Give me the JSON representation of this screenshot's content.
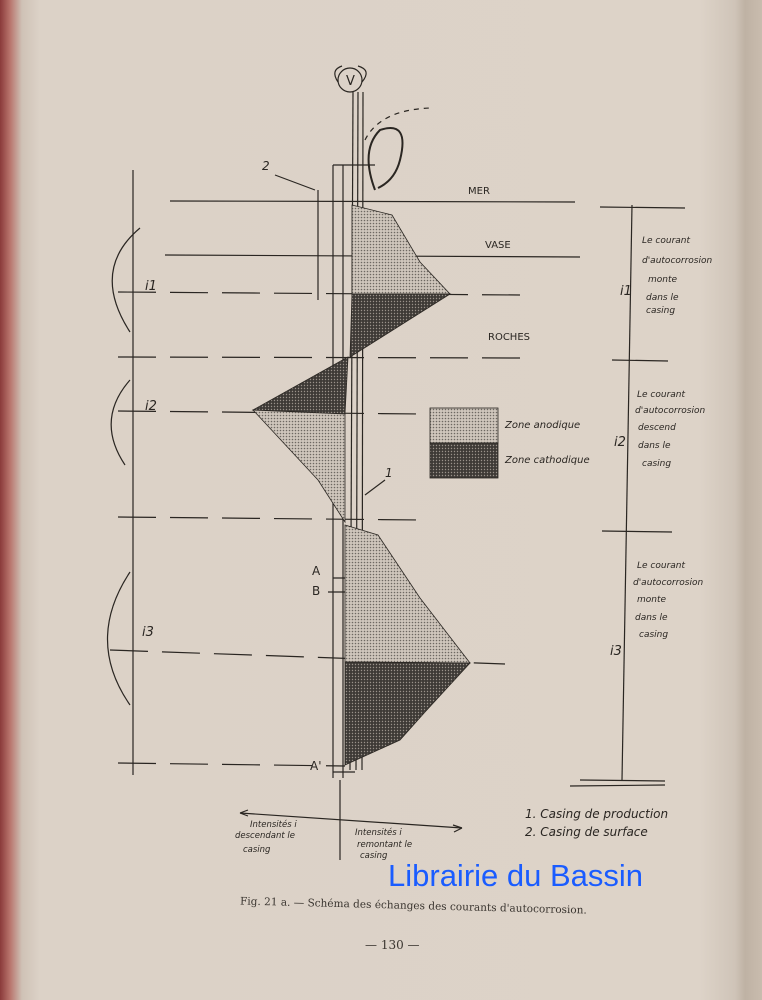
{
  "diagram": {
    "voltmeter": "V",
    "label_2": "2",
    "label_1": "1",
    "layers": {
      "mer": "MER",
      "vase": "VASE",
      "roches": "ROCHES"
    },
    "left_currents": [
      "i1",
      "i2",
      "i3"
    ],
    "points": {
      "a": "A",
      "b": "B",
      "a_prime": "A'"
    },
    "legend": {
      "anodic": "Zone anodique",
      "cathodic": "Zone cathodique"
    },
    "right_zones": [
      {
        "label": "i1",
        "lines": [
          "Le courant",
          "d'autocorrosion",
          "monte",
          "dans le",
          "casing"
        ]
      },
      {
        "label": "i2",
        "lines": [
          "Le courant",
          "d'autocorrosion",
          "descend",
          "dans le",
          "casing"
        ]
      },
      {
        "label": "i3",
        "lines": [
          "Le courant",
          "d'autocorrosion",
          "monte",
          "dans le",
          "casing"
        ]
      }
    ],
    "axis": {
      "left": [
        "Intensités i",
        "descendant le",
        "casing"
      ],
      "right": [
        "Intensités i",
        "remontant le",
        "casing"
      ]
    },
    "key": [
      "1. Casing de production",
      "2. Casing de surface"
    ],
    "colors": {
      "anodic": "#b9b1a8",
      "cathodic": "#4a4540",
      "ink": "#2a2622"
    }
  },
  "caption": "Fig. 21 a. — Schéma des échanges des courants d'autocorrosion.",
  "page_number": "— 130 —",
  "watermark": "Librairie du Bassin"
}
